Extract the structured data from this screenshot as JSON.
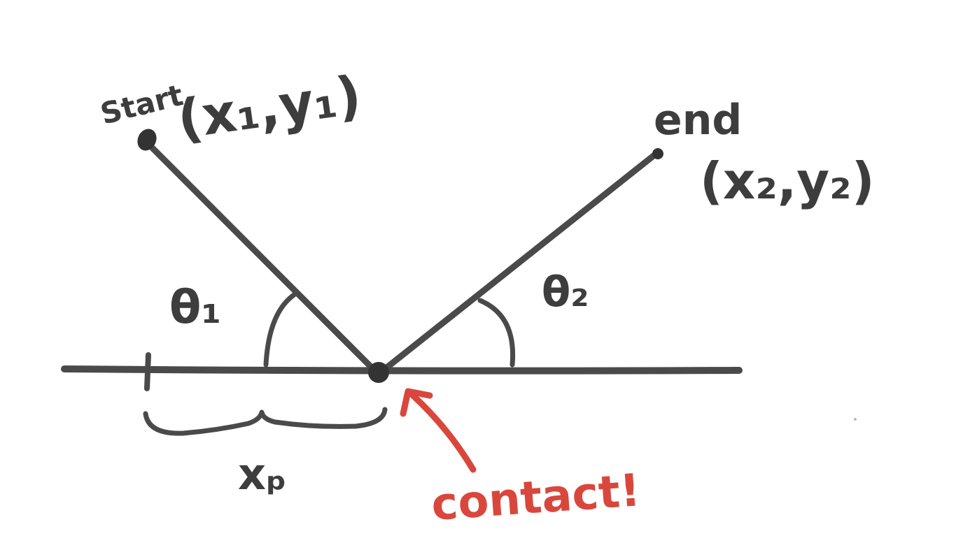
{
  "labels": {
    "start": "Start",
    "start_coord": "(x₁,y₁)",
    "end": "end",
    "end_coord": "(x₂,y₂)",
    "theta1": "θ₁",
    "theta2": "θ₂",
    "xp": "xₚ",
    "contact": "contact!"
  },
  "colors": {
    "ink": "#3d3d3d",
    "contact": "#d9473c",
    "background": "#ffffff"
  }
}
